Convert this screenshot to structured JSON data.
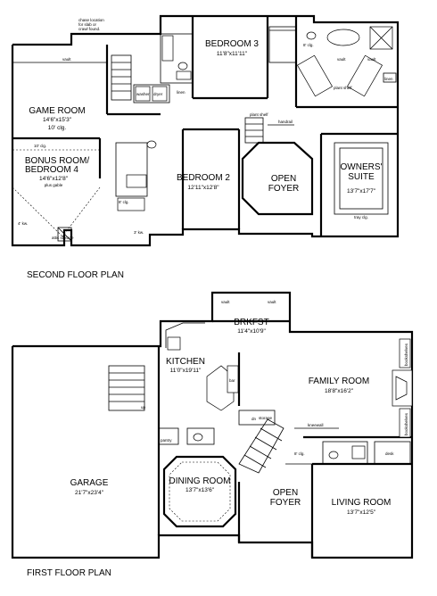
{
  "second_floor": {
    "title": "SECOND FLOOR PLAN",
    "rooms": {
      "bedroom3": {
        "name": "BEDROOM 3",
        "dims": "11'8\"x11'11\""
      },
      "game_room": {
        "name": "GAME ROOM",
        "dims": "14'6\"x15'3\"",
        "note": "10' clg."
      },
      "bonus_room": {
        "name1": "BONUS ROOM/",
        "name2": "BEDROOM 4",
        "dims": "14'6\"x12'8\"",
        "note": "plus gable",
        "clg": "10' clg."
      },
      "bedroom2": {
        "name": "BEDROOM 2",
        "dims": "12'11\"x12'8\""
      },
      "open_foyer": {
        "name1": "OPEN",
        "name2": "FOYER"
      },
      "owners_suite": {
        "name1": "OWNERS'",
        "name2": "SUITE",
        "dims": "13'7\"x17'7\"",
        "note": "tray clg."
      }
    },
    "notes": {
      "chase": "chase location",
      "chase2": "for slab or",
      "chase3": "crawl found.",
      "vault_a": "vault",
      "vault_b": "vault",
      "vault_c": "vault",
      "handrail": "handrail",
      "plant_shelf": "plant shelf",
      "plant_shelf_b": "plant shelf",
      "clg_8": "8' clg.",
      "clg_8b": "8' clg.",
      "kw_4": "4' kw.",
      "kw_3": "3' kw.",
      "linen": "linen",
      "linen_b": "linen",
      "washer": "washer",
      "dryer": "dryer",
      "attic": "attic storage"
    }
  },
  "first_floor": {
    "title": "FIRST FLOOR PLAN",
    "rooms": {
      "brkfst": {
        "name": "BRKFST",
        "dims": "11'4\"x10'9\""
      },
      "kitchen": {
        "name": "KITCHEN",
        "dims": "11'0\"x19'11\""
      },
      "family_room": {
        "name": "FAMILY ROOM",
        "dims": "18'8\"x16'2\""
      },
      "garage": {
        "name": "GARAGE",
        "dims": "21'7\"x23'4\""
      },
      "dining_room": {
        "name": "DINING ROOM",
        "dims": "13'7\"x13'6\""
      },
      "open_foyer": {
        "name1": "OPEN",
        "name2": "FOYER"
      },
      "living_room": {
        "name": "LIVING ROOM",
        "dims": "13'7\"x12'5\""
      }
    },
    "notes": {
      "vault_a": "vault",
      "vault_b": "vault",
      "pantry": "pantry",
      "kneewall": "kneewall",
      "desk": "desk",
      "bookshelves_a": "bookshelves",
      "bookshelves_b": "bookshelves",
      "up": "up",
      "clg_8": "8' clg.",
      "serving_bar": "bar",
      "dn": "dn",
      "storage": "storage"
    }
  }
}
